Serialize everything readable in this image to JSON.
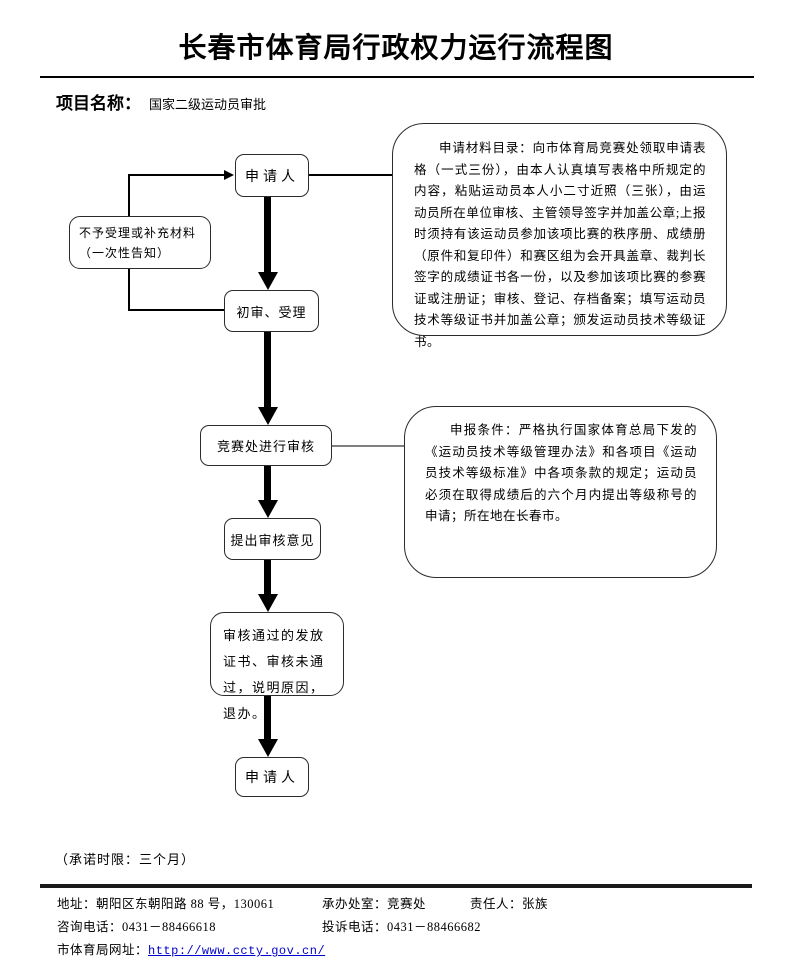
{
  "header": {
    "title": "长春市体育局行政权力运行流程图",
    "project_label": "项目名称：",
    "project_name": "国家二级运动员审批"
  },
  "flowchart": {
    "nodes": {
      "applicant_top": "申请人",
      "reject_line1": "不予受理或补充材料",
      "reject_line2": "（一次性告知）",
      "initial_review": "初审、受理",
      "competition_review": "竞赛处进行审核",
      "review_opinion": "提出审核意见",
      "result": "审核通过的发放证书、审核未通过，说明原因，退办。",
      "applicant_bottom": "申请人"
    },
    "callouts": {
      "materials": "申请材料目录：向市体育局竞赛处领取申请表格（一式三份），由本人认真填写表格中所规定的内容，粘贴运动员本人小二寸近照（三张），由运动员所在单位审核、主管领导签字并加盖公章;上报时须持有该运动员参加该项比赛的秩序册、成绩册（原件和复印件）和赛区组为会开具盖章、裁判长签字的成绩证书各一份，以及参加该项比赛的参赛证或注册证；审核、登记、存档备案；填写运动员技术等级证书并加盖公章；颁发运动员技术等级证书。",
      "conditions": "申报条件：严格执行国家体育总局下发的《运动员技术等级管理办法》和各项目《运动员技术等级标准》中各项条款的规定；运动员必须在取得成绩后的六个月内提出等级称号的申请；所在地在长春市。"
    }
  },
  "footer": {
    "promise": "（承诺时限：三个月）",
    "address": "地址：朝阳区东朝阳路 88 号，130061",
    "office": "承办处室：竞赛处",
    "responsible": "责任人：张族",
    "phone": "咨询电话：0431－88466618",
    "complaint": "投诉电话：0431－88466682",
    "website_label": "市体育局网址：",
    "website_url": "http://www.ccty.gov.cn/"
  },
  "colors": {
    "line": "#000000",
    "connector_gray": "#7f7f7f",
    "link": "#0000cc"
  }
}
